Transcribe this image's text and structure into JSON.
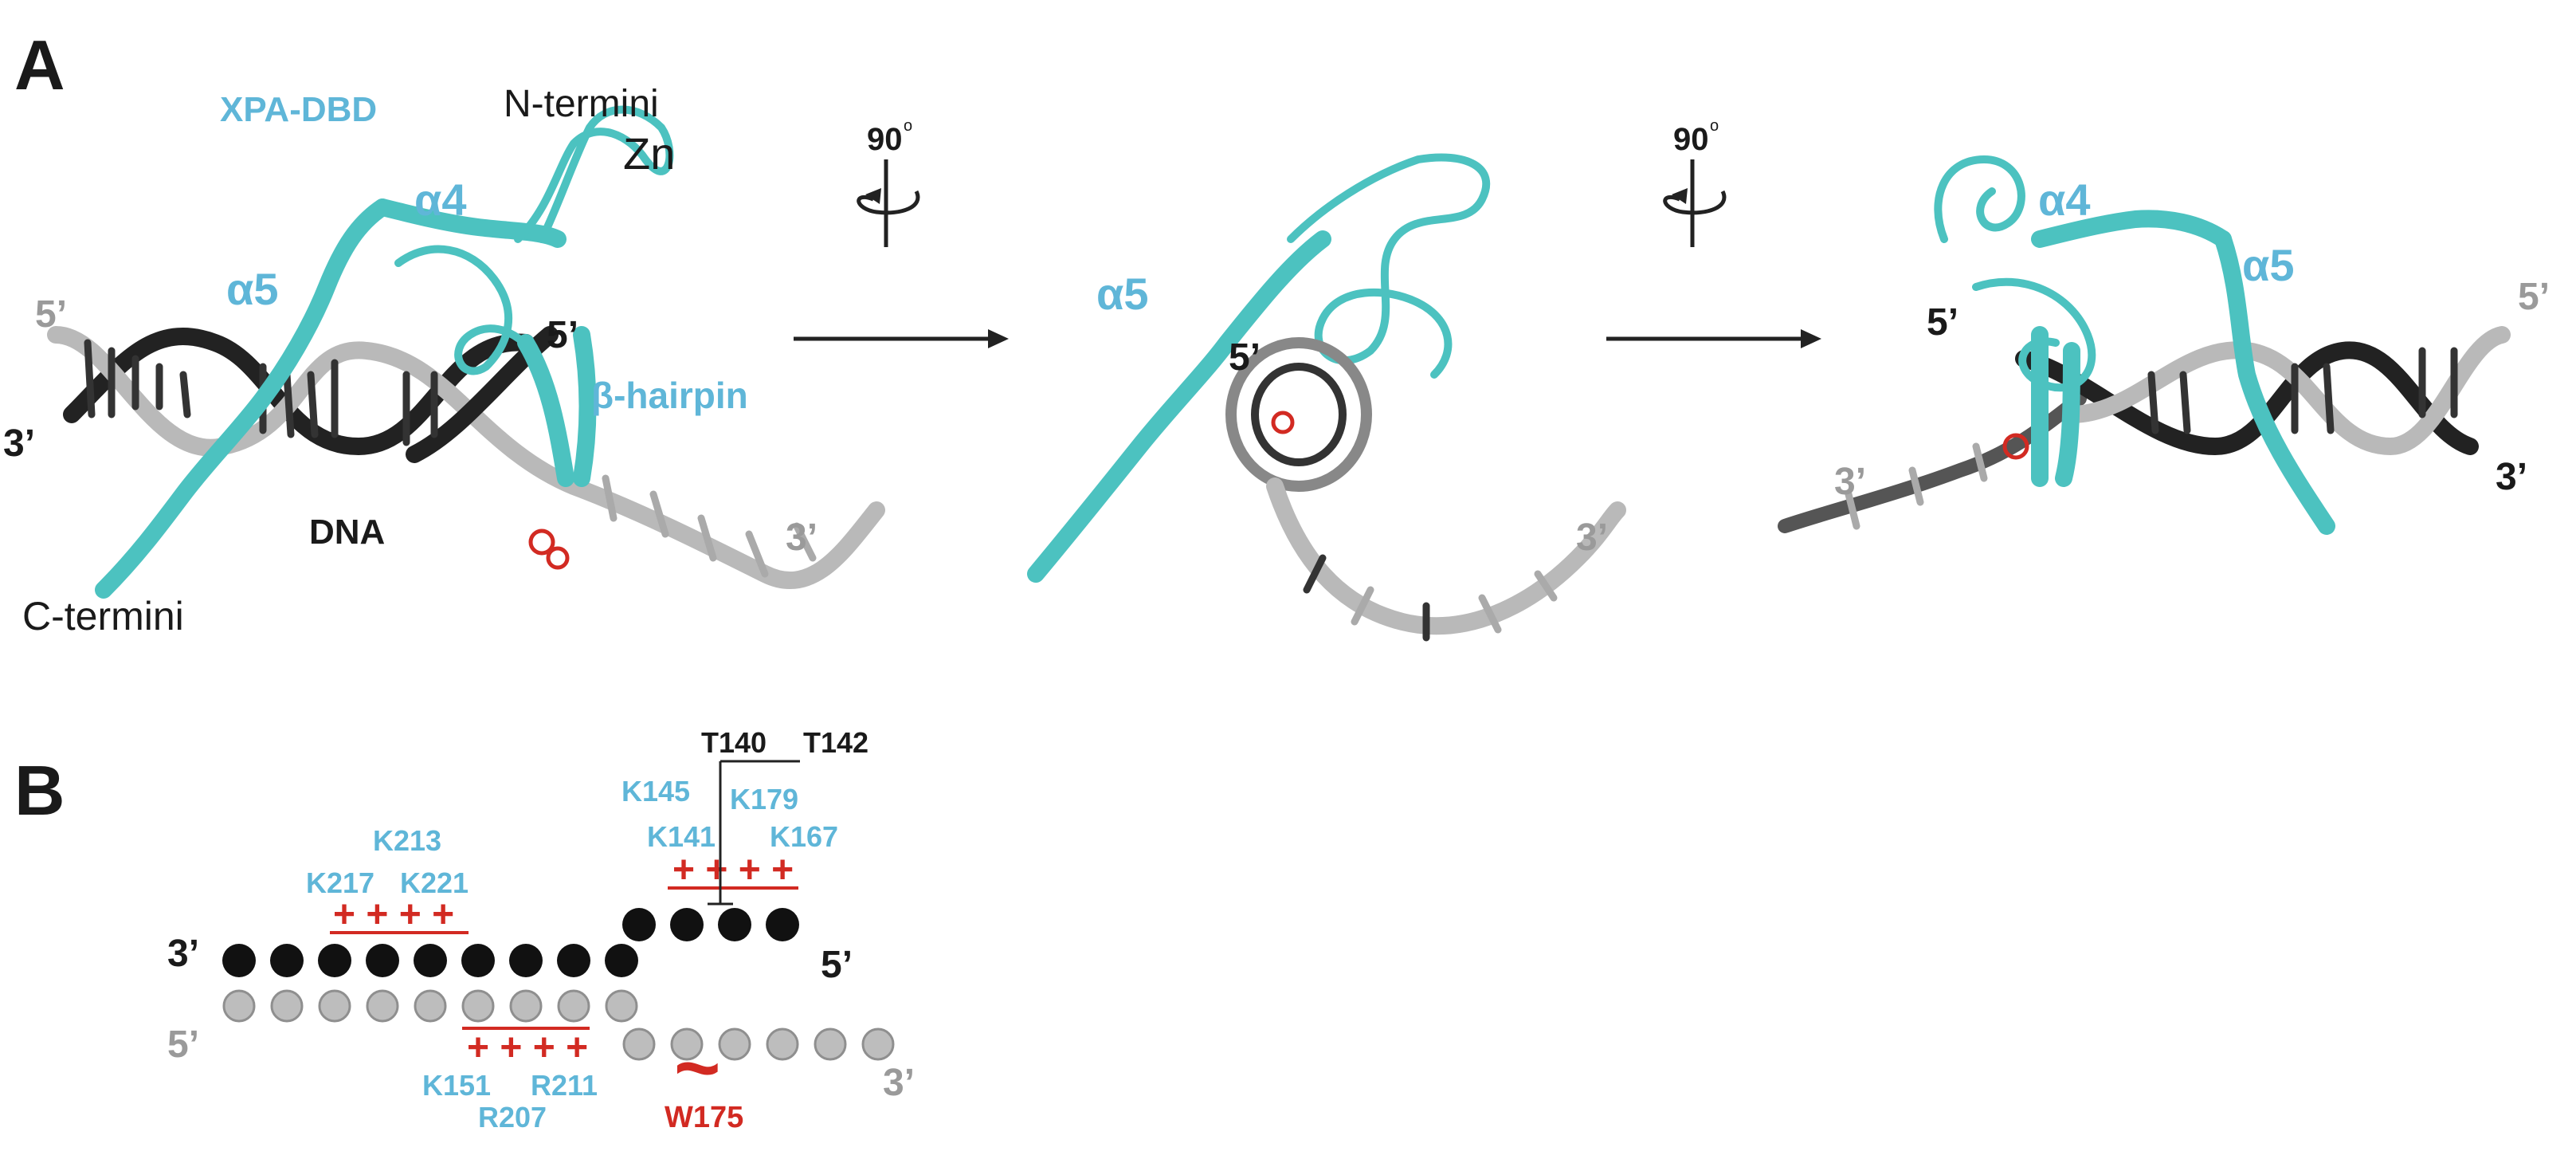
{
  "panel_a": {
    "label": "A",
    "view1": {
      "protein_label": "XPA-DBD",
      "n_termini": "N-termini",
      "zn": "Zn",
      "alpha4": "α4",
      "alpha5": "α5",
      "beta_hairpin": "β-hairpin",
      "dna": "DNA",
      "c_termini": "C-termini",
      "five_prime_grey": "5’",
      "five_prime_black": "5’",
      "three_prime_black": "3’",
      "three_prime_grey": "3’"
    },
    "rotation1": {
      "angle": "90",
      "degree": "o"
    },
    "view2": {
      "alpha5": "α5",
      "five_prime": "5’",
      "three_prime": "3’"
    },
    "rotation2": {
      "angle": "90",
      "degree": "o"
    },
    "view3": {
      "alpha4": "α4",
      "alpha5": "α5",
      "five_prime_black": "5’",
      "five_prime_grey": "5’",
      "three_prime_grey": "3’",
      "three_prime_black": "3’"
    }
  },
  "panel_b": {
    "label": "B",
    "top_strand": {
      "left_end": "3’",
      "right_end": "5’",
      "left_count": 9,
      "right_count": 4
    },
    "bottom_strand": {
      "left_end": "5’",
      "right_end": "3’",
      "left_count": 9,
      "right_count": 6
    },
    "group1": {
      "residues": [
        "K213",
        "K217",
        "K221"
      ],
      "charges": "+ + + +"
    },
    "group2": {
      "residues": [
        "K145",
        "K179",
        "K141",
        "K167"
      ],
      "charges": "+ + + +"
    },
    "group3": {
      "residues": [
        "T140",
        "T142"
      ]
    },
    "group4": {
      "residues": [
        "K151",
        "R211",
        "R207"
      ],
      "charges": "+ + + +"
    },
    "stacking": {
      "residue": "W175",
      "symbol": "~"
    }
  },
  "colors": {
    "protein": "#4cc2c0",
    "protein_label": "#5fb6d8",
    "dna_strand_dark": "#222222",
    "dna_strand_light": "#b9b9b9",
    "highlight_red": "#d22a22"
  }
}
